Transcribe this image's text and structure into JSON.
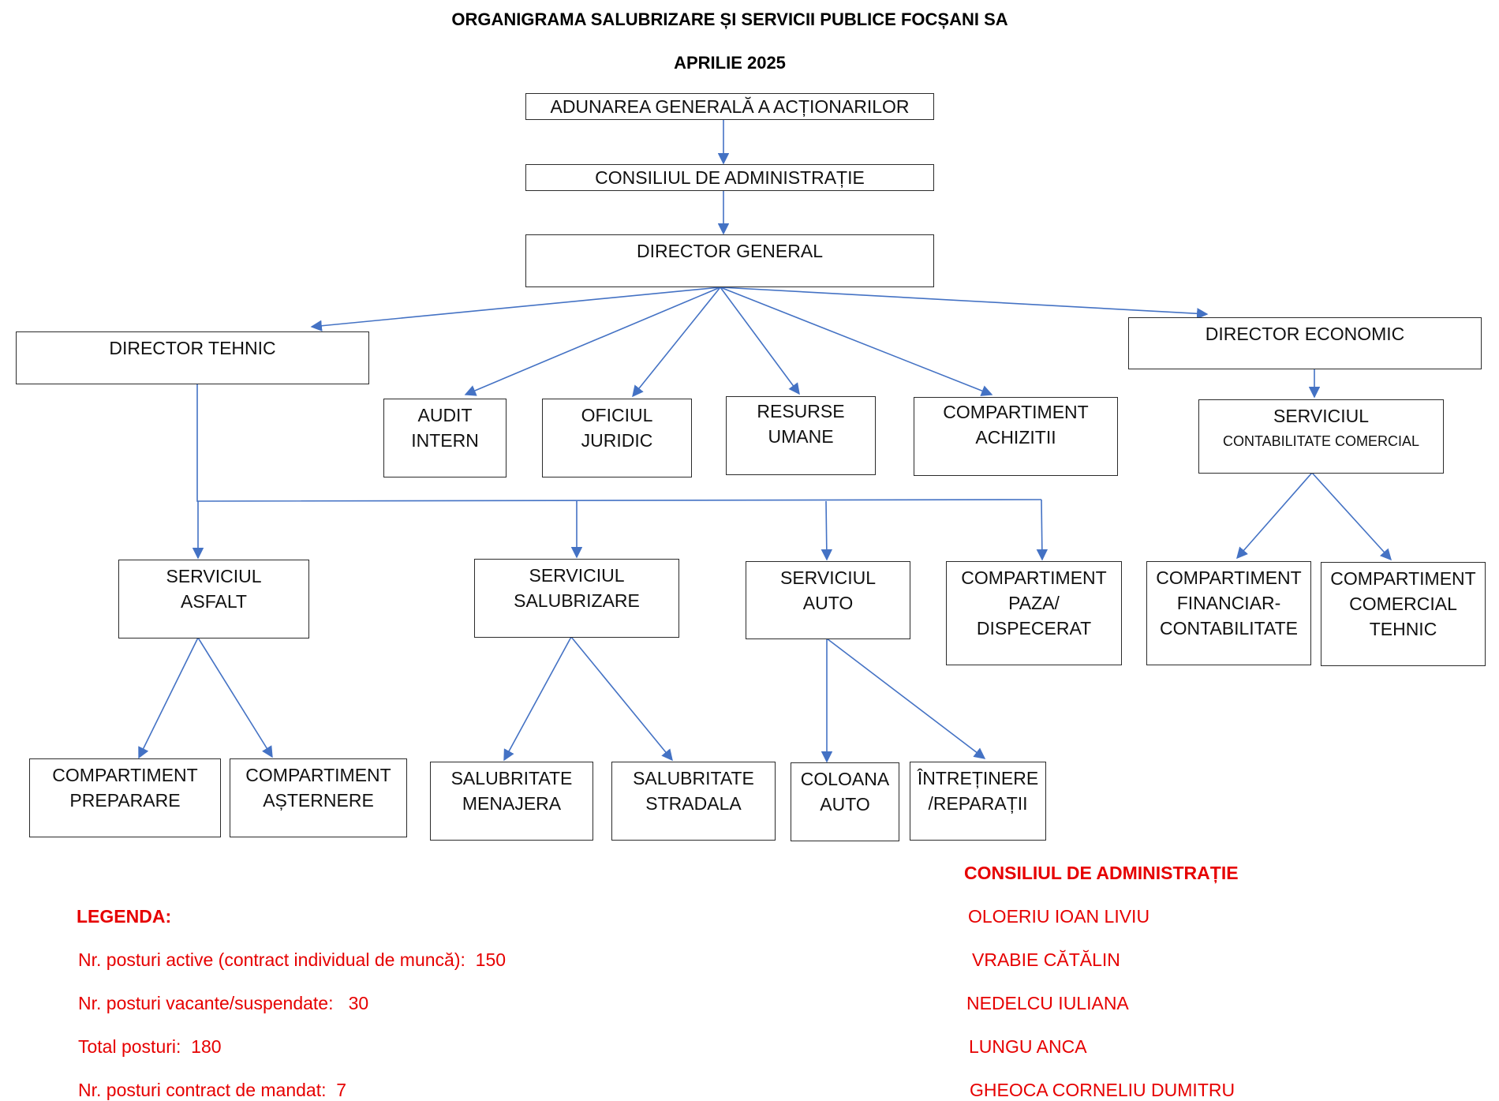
{
  "title": "ORGANIGRAMA SALUBRIZARE ȘI SERVICII PUBLICE FOCȘANI SA",
  "subtitle": "APRILIE 2025",
  "colors": {
    "connector": "#4472c4",
    "legend": "#e60000",
    "box_border": "#2b2b2b"
  },
  "nodes": {
    "aga": [
      "ADUNAREA GENERALĂ A ACȚIONARILOR"
    ],
    "ca": [
      "CONSILIUL DE ADMINISTRAȚIE"
    ],
    "dg": [
      "DIRECTOR GENERAL"
    ],
    "dt": [
      "DIRECTOR TEHNIC"
    ],
    "de": [
      "DIRECTOR ECONOMIC"
    ],
    "audit": [
      "AUDIT",
      "INTERN"
    ],
    "juridic": [
      "OFICIUL",
      "JURIDIC"
    ],
    "ru": [
      "RESURSE",
      "UMANE"
    ],
    "achizitii": [
      "COMPARTIMENT",
      "ACHIZITII"
    ],
    "scc": [
      "SERVICIUL",
      "CONTABILITATE COMERCIAL"
    ],
    "asfalt": [
      "SERVICIUL",
      "ASFALT"
    ],
    "salubrizare": [
      "SERVICIUL",
      "SALUBRIZARE"
    ],
    "auto": [
      "SERVICIUL",
      "AUTO"
    ],
    "paza": [
      "COMPARTIMENT",
      "PAZA/",
      "DISPECERAT"
    ],
    "financiar": [
      "COMPARTIMENT",
      "FINANCIAR-",
      "CONTABILITATE"
    ],
    "comercial": [
      "COMPARTIMENT",
      "COMERCIAL",
      "TEHNIC"
    ],
    "preparare": [
      "COMPARTIMENT",
      "PREPARARE"
    ],
    "asternere": [
      "COMPARTIMENT",
      "AȘTERNERE"
    ],
    "menajera": [
      "SALUBRITATE",
      "MENAJERA"
    ],
    "stradala": [
      "SALUBRITATE",
      "STRADALA"
    ],
    "coloana": [
      "COLOANA",
      "AUTO"
    ],
    "intretinere": [
      "ÎNTREȚINERE",
      "/REPARAȚII"
    ]
  },
  "legend": {
    "heading": "LEGENDA:",
    "items": [
      "Nr. posturi active (contract individual de muncă):  150",
      "Nr. posturi vacante/suspendate:   30",
      "Total posturi:  180",
      "Nr. posturi contract de mandat:  7"
    ]
  },
  "board": {
    "heading": "CONSILIUL DE ADMINISTRAȚIE",
    "members": [
      "OLOERIU IOAN LIVIU",
      "VRABIE CĂTĂLIN",
      "NEDELCU IULIANA",
      "LUNGU ANCA",
      "GHEOCA CORNELIU DUMITRU"
    ]
  }
}
